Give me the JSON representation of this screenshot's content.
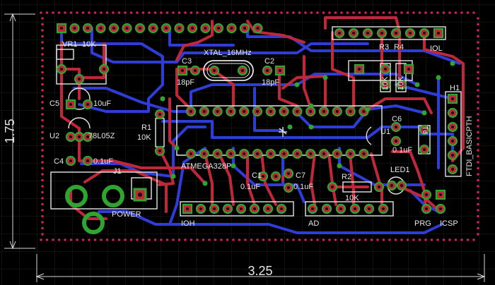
{
  "dimensions": {
    "width_label": "3.25",
    "height_label": "1.75"
  },
  "colors": {
    "background": "#000000",
    "grid": "#1f1f1f",
    "top_copper": "#c0283a",
    "bottom_copper": "#2f3cd8",
    "via": "#2fa52f",
    "pad_hole": "#101010",
    "silkscreen": "#e6e6e6",
    "boundary_dot": "#d0205a",
    "dimension": "#d8d8d8"
  },
  "labels": {
    "vr1": "VR1",
    "vr1_value": "10K",
    "xtal": "XTAL_16MHz",
    "c3": "C3",
    "c3_value": "18pF",
    "c2": "C2",
    "c2_value": "18pF",
    "r3": "R3",
    "r4": "R4",
    "r3_value": "10K",
    "r4_value": "10K",
    "iol": "IOL",
    "h1": "H1",
    "ftdi": "FTDI_BASICPTH",
    "c5": "C5",
    "c5_value": "10uF",
    "u2": "U2",
    "u2_value": "78L05Z",
    "r1": "R1",
    "r1_value": "10K",
    "c4": "C4",
    "c4_value": "0.1uF",
    "c6": "C6",
    "c6_value": "0.1uF",
    "u1": "U1",
    "ic": "ATMEGA328P",
    "c1": "C1",
    "c1_value": "0.1uF",
    "c7": "C7",
    "c7_value": "0.1uF",
    "r2": "R2",
    "r2_value": "10K",
    "led1": "LED1",
    "j1": "J1",
    "power": "POWER",
    "ioh": "IOH",
    "ad": "AD",
    "prg": "PRG",
    "icsp": "ICSP",
    "p1": "P1"
  }
}
